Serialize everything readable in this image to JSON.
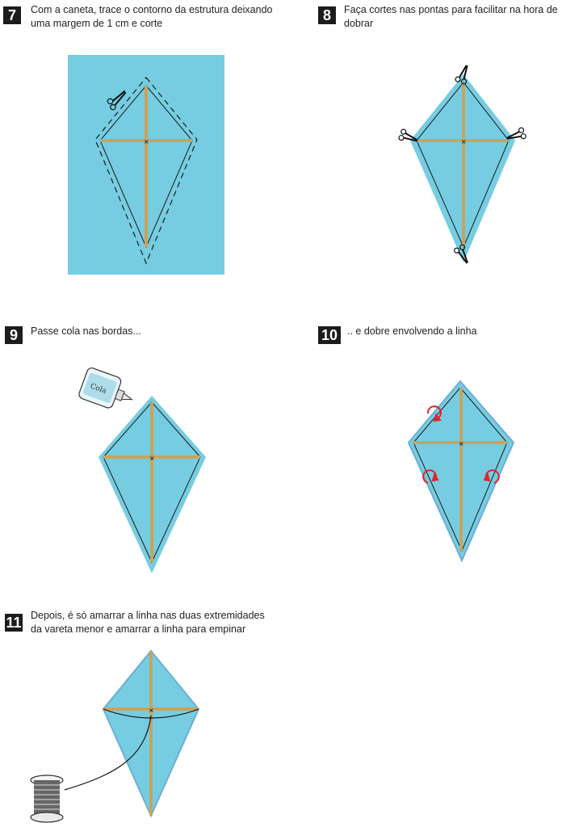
{
  "steps": [
    {
      "number": "7",
      "text": "Com a caneta, trace o contorno da estrutura deixando uma margem de 1 cm e corte"
    },
    {
      "number": "8",
      "text": "Faça cortes nas pontas para facilitar na hora de dobrar"
    },
    {
      "number": "9",
      "text": "Passe cola nas bordas..."
    },
    {
      "number": "10",
      "text": ".. e dobre envolvendo a linha"
    },
    {
      "number": "11",
      "text": "Depois, é só amarrar a linha nas duas extremidades da vareta menor e amarrar a linha para empinar"
    }
  ],
  "glue_label": "Cola",
  "colors": {
    "paper": "#7dcfe3",
    "stick": "#c9a35a",
    "badge": "#1c1c1c",
    "arrow": "#e2232a"
  },
  "icons": [
    "scissors-icon",
    "glue-bottle-icon",
    "fold-arrow-icon",
    "thread-spool-icon"
  ]
}
